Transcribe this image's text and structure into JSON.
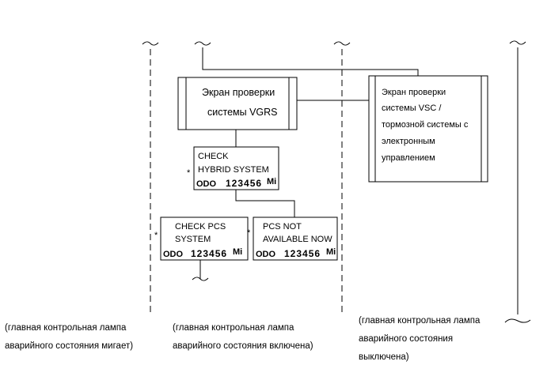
{
  "boxes": {
    "vgrs": {
      "line1": "Экран проверки",
      "line2": "системы VGRS"
    },
    "vsc": {
      "line1": "Экран проверки",
      "line2": "системы VSC /",
      "line3": "тормозной системы с",
      "line4": "электронным",
      "line5": "управлением"
    },
    "hybrid": {
      "line1": "CHECK",
      "line2": "HYBRID SYSTEM",
      "odo_label": "ODO",
      "odo_value": "123456",
      "odo_unit": "Mi",
      "marker": "*"
    },
    "pcs_check": {
      "line1": "CHECK PCS",
      "line2": "SYSTEM",
      "odo_label": "ODO",
      "odo_value": "123456",
      "odo_unit": "Mi",
      "marker": "*"
    },
    "pcs_na": {
      "line1": "PCS NOT",
      "line2": "AVAILABLE NOW",
      "odo_label": "ODO",
      "odo_value": "123456",
      "odo_unit": "Mi",
      "marker": "*"
    }
  },
  "columns": {
    "blinking": {
      "line1": "(главная контрольная лампа",
      "line2": "аварийного состояния мигает)"
    },
    "on": {
      "line1": "(главная контрольная лампа",
      "line2": "аварийного состояния включена)"
    },
    "off": {
      "line1": "(главная контрольная лампа",
      "line2": "аварийного состояния",
      "line3": "выключена)"
    }
  }
}
